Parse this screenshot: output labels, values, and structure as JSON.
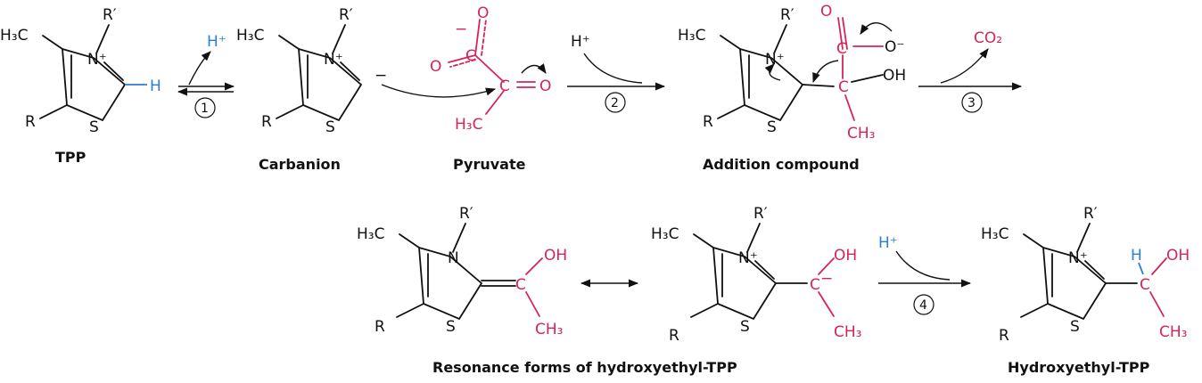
{
  "labels": {
    "tpp": "TPP",
    "carbanion": "Carbanion",
    "pyruvate": "Pyruvate",
    "addition": "Addition compound",
    "resonance": "Resonance forms of hydroxyethyl-TPP",
    "hydroxyethyl": "Hydroxyethyl-TPP"
  },
  "steps": [
    "1",
    "2",
    "3",
    "4"
  ],
  "reagents": {
    "h_plus": "H⁺",
    "co2": "CO₂"
  },
  "atoms": {
    "h3c": "H₃C",
    "ch3": "CH₃",
    "n": "N",
    "n_plus": "N⁺",
    "s": "S",
    "r": "R",
    "r_prime": "R′",
    "h": "H",
    "c": "C",
    "o": "O",
    "oh": "OH",
    "o_minus": "O⁻",
    "minus": "−"
  },
  "colors": {
    "red": "#d6245a",
    "blue": "#2b7fd0",
    "black": "#111111"
  }
}
